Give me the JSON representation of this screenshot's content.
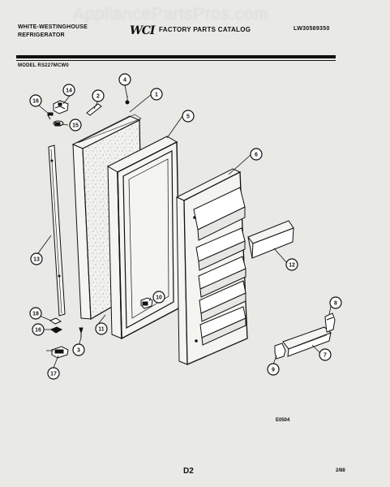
{
  "watermark": "AppliancePartsPros.com",
  "header": {
    "brand_line1": "WHITE-WESTINGHOUSE",
    "brand_line2": "REFRIGERATOR",
    "logo": "WCI",
    "catalog": "FACTORY PARTS CATALOG",
    "publication": "LW30589350"
  },
  "model": "MODEL RS227MCW0",
  "callouts": [
    {
      "id": "c1",
      "label": "1"
    },
    {
      "id": "c2",
      "label": "2"
    },
    {
      "id": "c3",
      "label": "3"
    },
    {
      "id": "c4",
      "label": "4"
    },
    {
      "id": "c5",
      "label": "5"
    },
    {
      "id": "c6",
      "label": "6"
    },
    {
      "id": "c7",
      "label": "7"
    },
    {
      "id": "c8",
      "label": "8"
    },
    {
      "id": "c9",
      "label": "9"
    },
    {
      "id": "c10",
      "label": "10"
    },
    {
      "id": "c11",
      "label": "11"
    },
    {
      "id": "c12",
      "label": "12"
    },
    {
      "id": "c13",
      "label": "13"
    },
    {
      "id": "c14",
      "label": "14"
    },
    {
      "id": "c15",
      "label": "15"
    },
    {
      "id": "c16",
      "label": "16"
    },
    {
      "id": "c16b",
      "label": "16"
    },
    {
      "id": "c17",
      "label": "17"
    },
    {
      "id": "c18",
      "label": "18"
    }
  ],
  "figure_code": "E0504",
  "page_code": "D2",
  "page_date": "2/88"
}
